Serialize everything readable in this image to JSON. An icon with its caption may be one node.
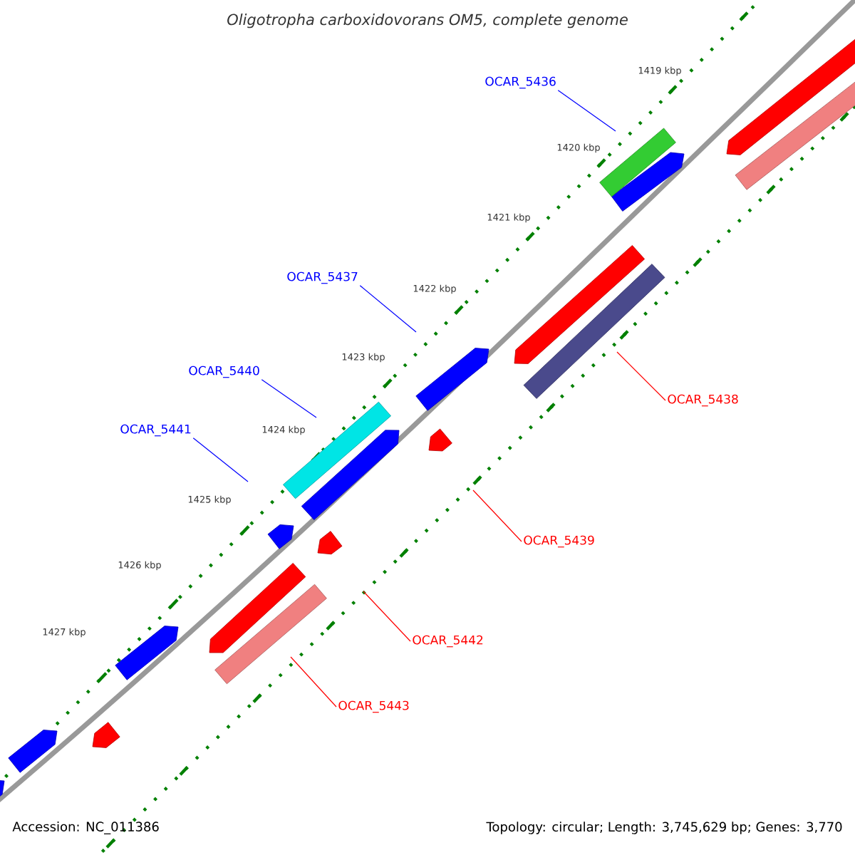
{
  "diagram": {
    "title": "Oligotropha carboxidovorans OM5, complete genome",
    "nodes": [
      {
        "text": [
          "OCAR_5436"
        ]
      },
      {
        "text": [
          "OCAR_5437"
        ]
      },
      {
        "text": [
          "OCAR_5440"
        ]
      },
      {
        "text": [
          "OCAR_5441"
        ]
      },
      {
        "text": [
          "OCAR_5438"
        ]
      },
      {
        "text": [
          "OCAR_5439"
        ]
      },
      {
        "text": [
          "OCAR_5442"
        ]
      },
      {
        "text": [
          "OCAR_5443"
        ]
      }
    ],
    "edges": [
      {
        "from": 0,
        "to": null,
        "arrow": "none"
      },
      {
        "from": 1,
        "to": null,
        "arrow": "none"
      },
      {
        "from": 2,
        "to": null,
        "arrow": "none"
      },
      {
        "from": 3,
        "to": null,
        "arrow": "none"
      },
      {
        "from": 4,
        "to": null,
        "arrow": "none",
        "color": "#ff0000"
      },
      {
        "from": 5,
        "to": null,
        "arrow": "none",
        "color": "#ff0000"
      },
      {
        "from": 6,
        "to": null,
        "arrow": "none",
        "color": "#ff0000"
      },
      {
        "from": 7,
        "to": null,
        "arrow": "none",
        "color": "#ff0000"
      }
    ],
    "labels": [
      "1419 kbp",
      "1420 kbp",
      "1421 kbp",
      "1422 kbp",
      "1423 kbp",
      "1424 kbp",
      "1425 kbp",
      "1426 kbp",
      "1427 kbp",
      "Accession: NC_011386",
      "Topology: circular; Length: 3,745,629 bp; Genes: 3,770"
    ]
  }
}
